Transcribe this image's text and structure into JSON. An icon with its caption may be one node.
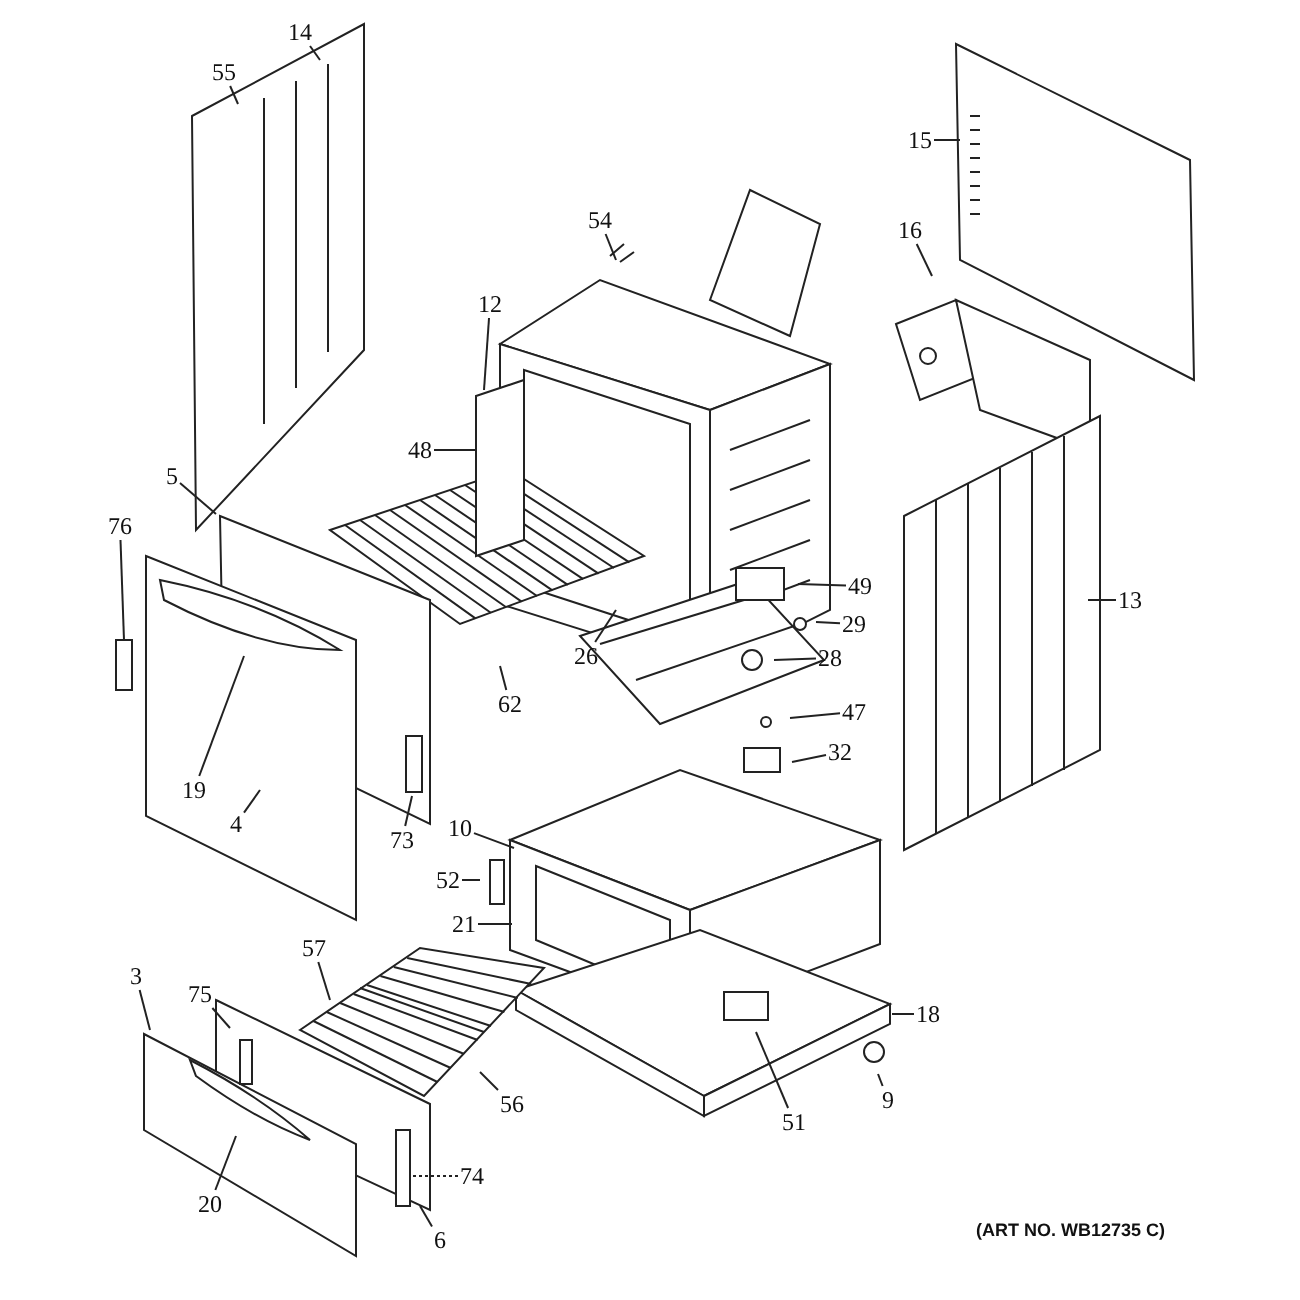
{
  "diagram": {
    "nodes": [
      {
        "text": [
          "55"
        ]
      },
      {
        "text": [
          "14"
        ]
      },
      {
        "text": [
          "15"
        ]
      },
      {
        "text": [
          "54"
        ]
      },
      {
        "text": [
          "16"
        ]
      },
      {
        "text": [
          "12"
        ]
      },
      {
        "text": [
          "48"
        ]
      },
      {
        "text": [
          "5"
        ]
      },
      {
        "text": [
          "76"
        ]
      },
      {
        "text": [
          "49"
        ]
      },
      {
        "text": [
          "13"
        ]
      },
      {
        "text": [
          "29"
        ]
      },
      {
        "text": [
          "26"
        ]
      },
      {
        "text": [
          "28"
        ]
      },
      {
        "text": [
          "47"
        ]
      },
      {
        "text": [
          "62"
        ]
      },
      {
        "text": [
          "32"
        ]
      },
      {
        "text": [
          "19"
        ]
      },
      {
        "text": [
          "4"
        ]
      },
      {
        "text": [
          "73"
        ]
      },
      {
        "text": [
          "10"
        ]
      },
      {
        "text": [
          "52"
        ]
      },
      {
        "text": [
          "21"
        ]
      },
      {
        "text": [
          "57"
        ]
      },
      {
        "text": [
          "3"
        ]
      },
      {
        "text": [
          "75"
        ]
      },
      {
        "text": [
          "18"
        ]
      },
      {
        "text": [
          "9"
        ]
      },
      {
        "text": [
          "56"
        ]
      },
      {
        "text": [
          "74"
        ]
      },
      {
        "text": [
          "51"
        ]
      },
      {
        "text": [
          "20"
        ]
      },
      {
        "text": [
          "6"
        ]
      }
    ],
    "edges": [
      {
        "from": 0,
        "to": null,
        "arrow": "none"
      },
      {
        "from": 1,
        "to": null,
        "arrow": "none"
      },
      {
        "from": 2,
        "to": null,
        "arrow": "none"
      },
      {
        "from": 3,
        "to": null,
        "arrow": "none"
      },
      {
        "from": 4,
        "to": null,
        "arrow": "none"
      },
      {
        "from": 5,
        "to": null,
        "arrow": "none"
      },
      {
        "from": 6,
        "to": null,
        "arrow": "none"
      },
      {
        "from": 7,
        "to": null,
        "arrow": "none"
      },
      {
        "from": 8,
        "to": null,
        "arrow": "none"
      },
      {
        "from": 9,
        "to": null,
        "arrow": "none"
      },
      {
        "from": 10,
        "to": null,
        "arrow": "none"
      },
      {
        "from": 11,
        "to": null,
        "arrow": "none"
      },
      {
        "from": 12,
        "to": null,
        "arrow": "none"
      },
      {
        "from": 13,
        "to": null,
        "arrow": "none"
      },
      {
        "from": 14,
        "to": null,
        "arrow": "none"
      },
      {
        "from": 15,
        "to": null,
        "arrow": "none"
      },
      {
        "from": 16,
        "to": null,
        "arrow": "none"
      },
      {
        "from": 17,
        "to": null,
        "arrow": "none"
      },
      {
        "from": 18,
        "to": null,
        "arrow": "none"
      },
      {
        "from": 19,
        "to": null,
        "arrow": "none"
      },
      {
        "from": 20,
        "to": null,
        "arrow": "none"
      },
      {
        "from": 21,
        "to": null,
        "arrow": "none"
      },
      {
        "from": 22,
        "to": null,
        "arrow": "none"
      },
      {
        "from": 23,
        "to": null,
        "arrow": "none"
      },
      {
        "from": 24,
        "to": null,
        "arrow": "none"
      },
      {
        "from": 25,
        "to": null,
        "arrow": "none"
      },
      {
        "from": 26,
        "to": null,
        "arrow": "none"
      },
      {
        "from": 27,
        "to": null,
        "arrow": "none"
      },
      {
        "from": 28,
        "to": null,
        "arrow": "none"
      },
      {
        "from": 29,
        "to": null,
        "arrow": "none",
        "style": "dashed"
      },
      {
        "from": 30,
        "to": null,
        "arrow": "none"
      },
      {
        "from": 31,
        "to": null,
        "arrow": "none"
      },
      {
        "from": 32,
        "to": null,
        "arrow": "none"
      }
    ],
    "labels": [
      "(ART NO. WB12735 C)"
    ]
  }
}
